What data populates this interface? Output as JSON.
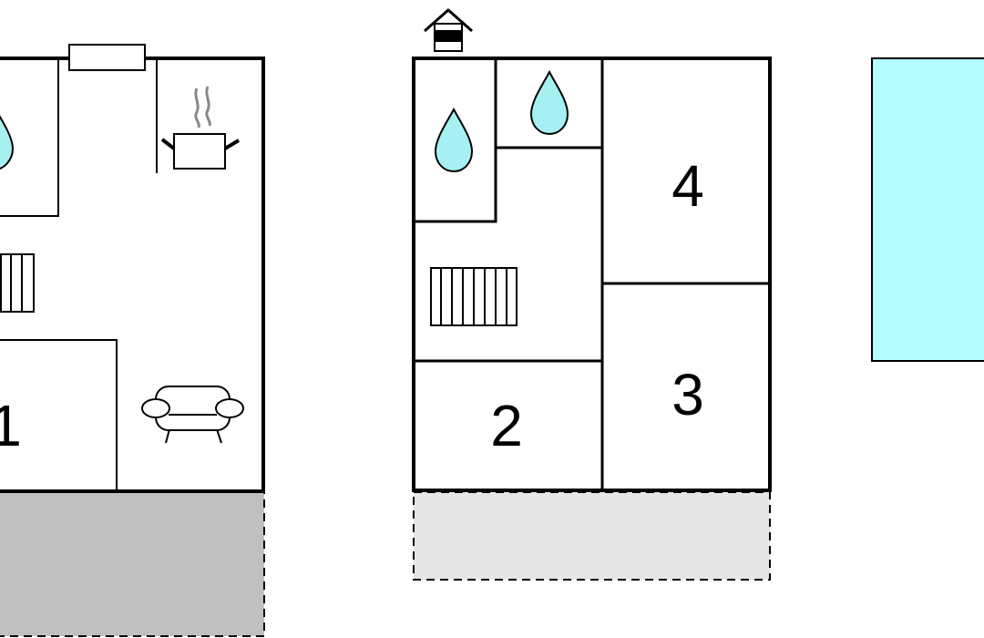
{
  "floors": [
    {
      "id": "ground-floor",
      "rooms": [
        {
          "id": "room-1",
          "label": "1"
        }
      ],
      "icons": [
        "bathroom-drop-icon",
        "kitchen-pot-icon",
        "stairs-icon",
        "sofa-icon",
        "window-icon"
      ],
      "terrace": {
        "style": "dashed",
        "fill": "#c0c0c0"
      }
    },
    {
      "id": "upper-floor",
      "rooms": [
        {
          "id": "room-2",
          "label": "2"
        },
        {
          "id": "room-3",
          "label": "3"
        },
        {
          "id": "room-4",
          "label": "4"
        }
      ],
      "icons": [
        "entrance-house-icon",
        "bathroom-drop-icon",
        "bathroom-drop-icon",
        "stairs-icon"
      ],
      "terrace": {
        "style": "dashed",
        "fill": "#e6e6e6"
      }
    }
  ],
  "pool": {
    "fill": "#b3ffff"
  },
  "colors": {
    "water": "#a6f0f2",
    "pool": "#b3ffff",
    "terrace_dark": "#c0c0c0",
    "terrace_light": "#e6e6e6",
    "steam": "#888888"
  }
}
